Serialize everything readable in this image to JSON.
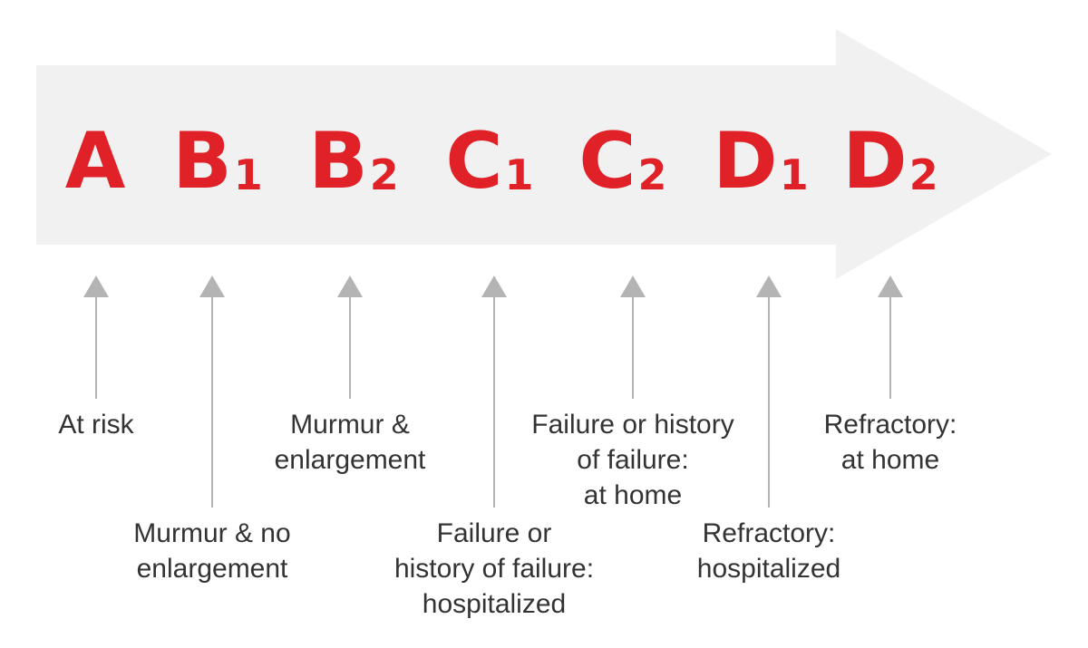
{
  "stages": [
    {
      "letter": "A",
      "sub": "",
      "description": "At risk"
    },
    {
      "letter": "B",
      "sub": "1",
      "description": "Murmur & no\nenlargement"
    },
    {
      "letter": "B",
      "sub": "2",
      "description": "Murmur &\nenlargement"
    },
    {
      "letter": "C",
      "sub": "1",
      "description": "Failure or\nhistory of failure:\nhospitalized"
    },
    {
      "letter": "C",
      "sub": "2",
      "description": "Failure or history\nof failure:\nat home"
    },
    {
      "letter": "D",
      "sub": "1",
      "description": "Refractory:\nhospitalized"
    },
    {
      "letter": "D",
      "sub": "2",
      "description": "Refractory:\nat home"
    }
  ],
  "colors": {
    "stage_text": "#e02127",
    "arrow_fill": "#f1f1f1",
    "pointer": "#b4b4b4",
    "description_text": "#333333"
  }
}
